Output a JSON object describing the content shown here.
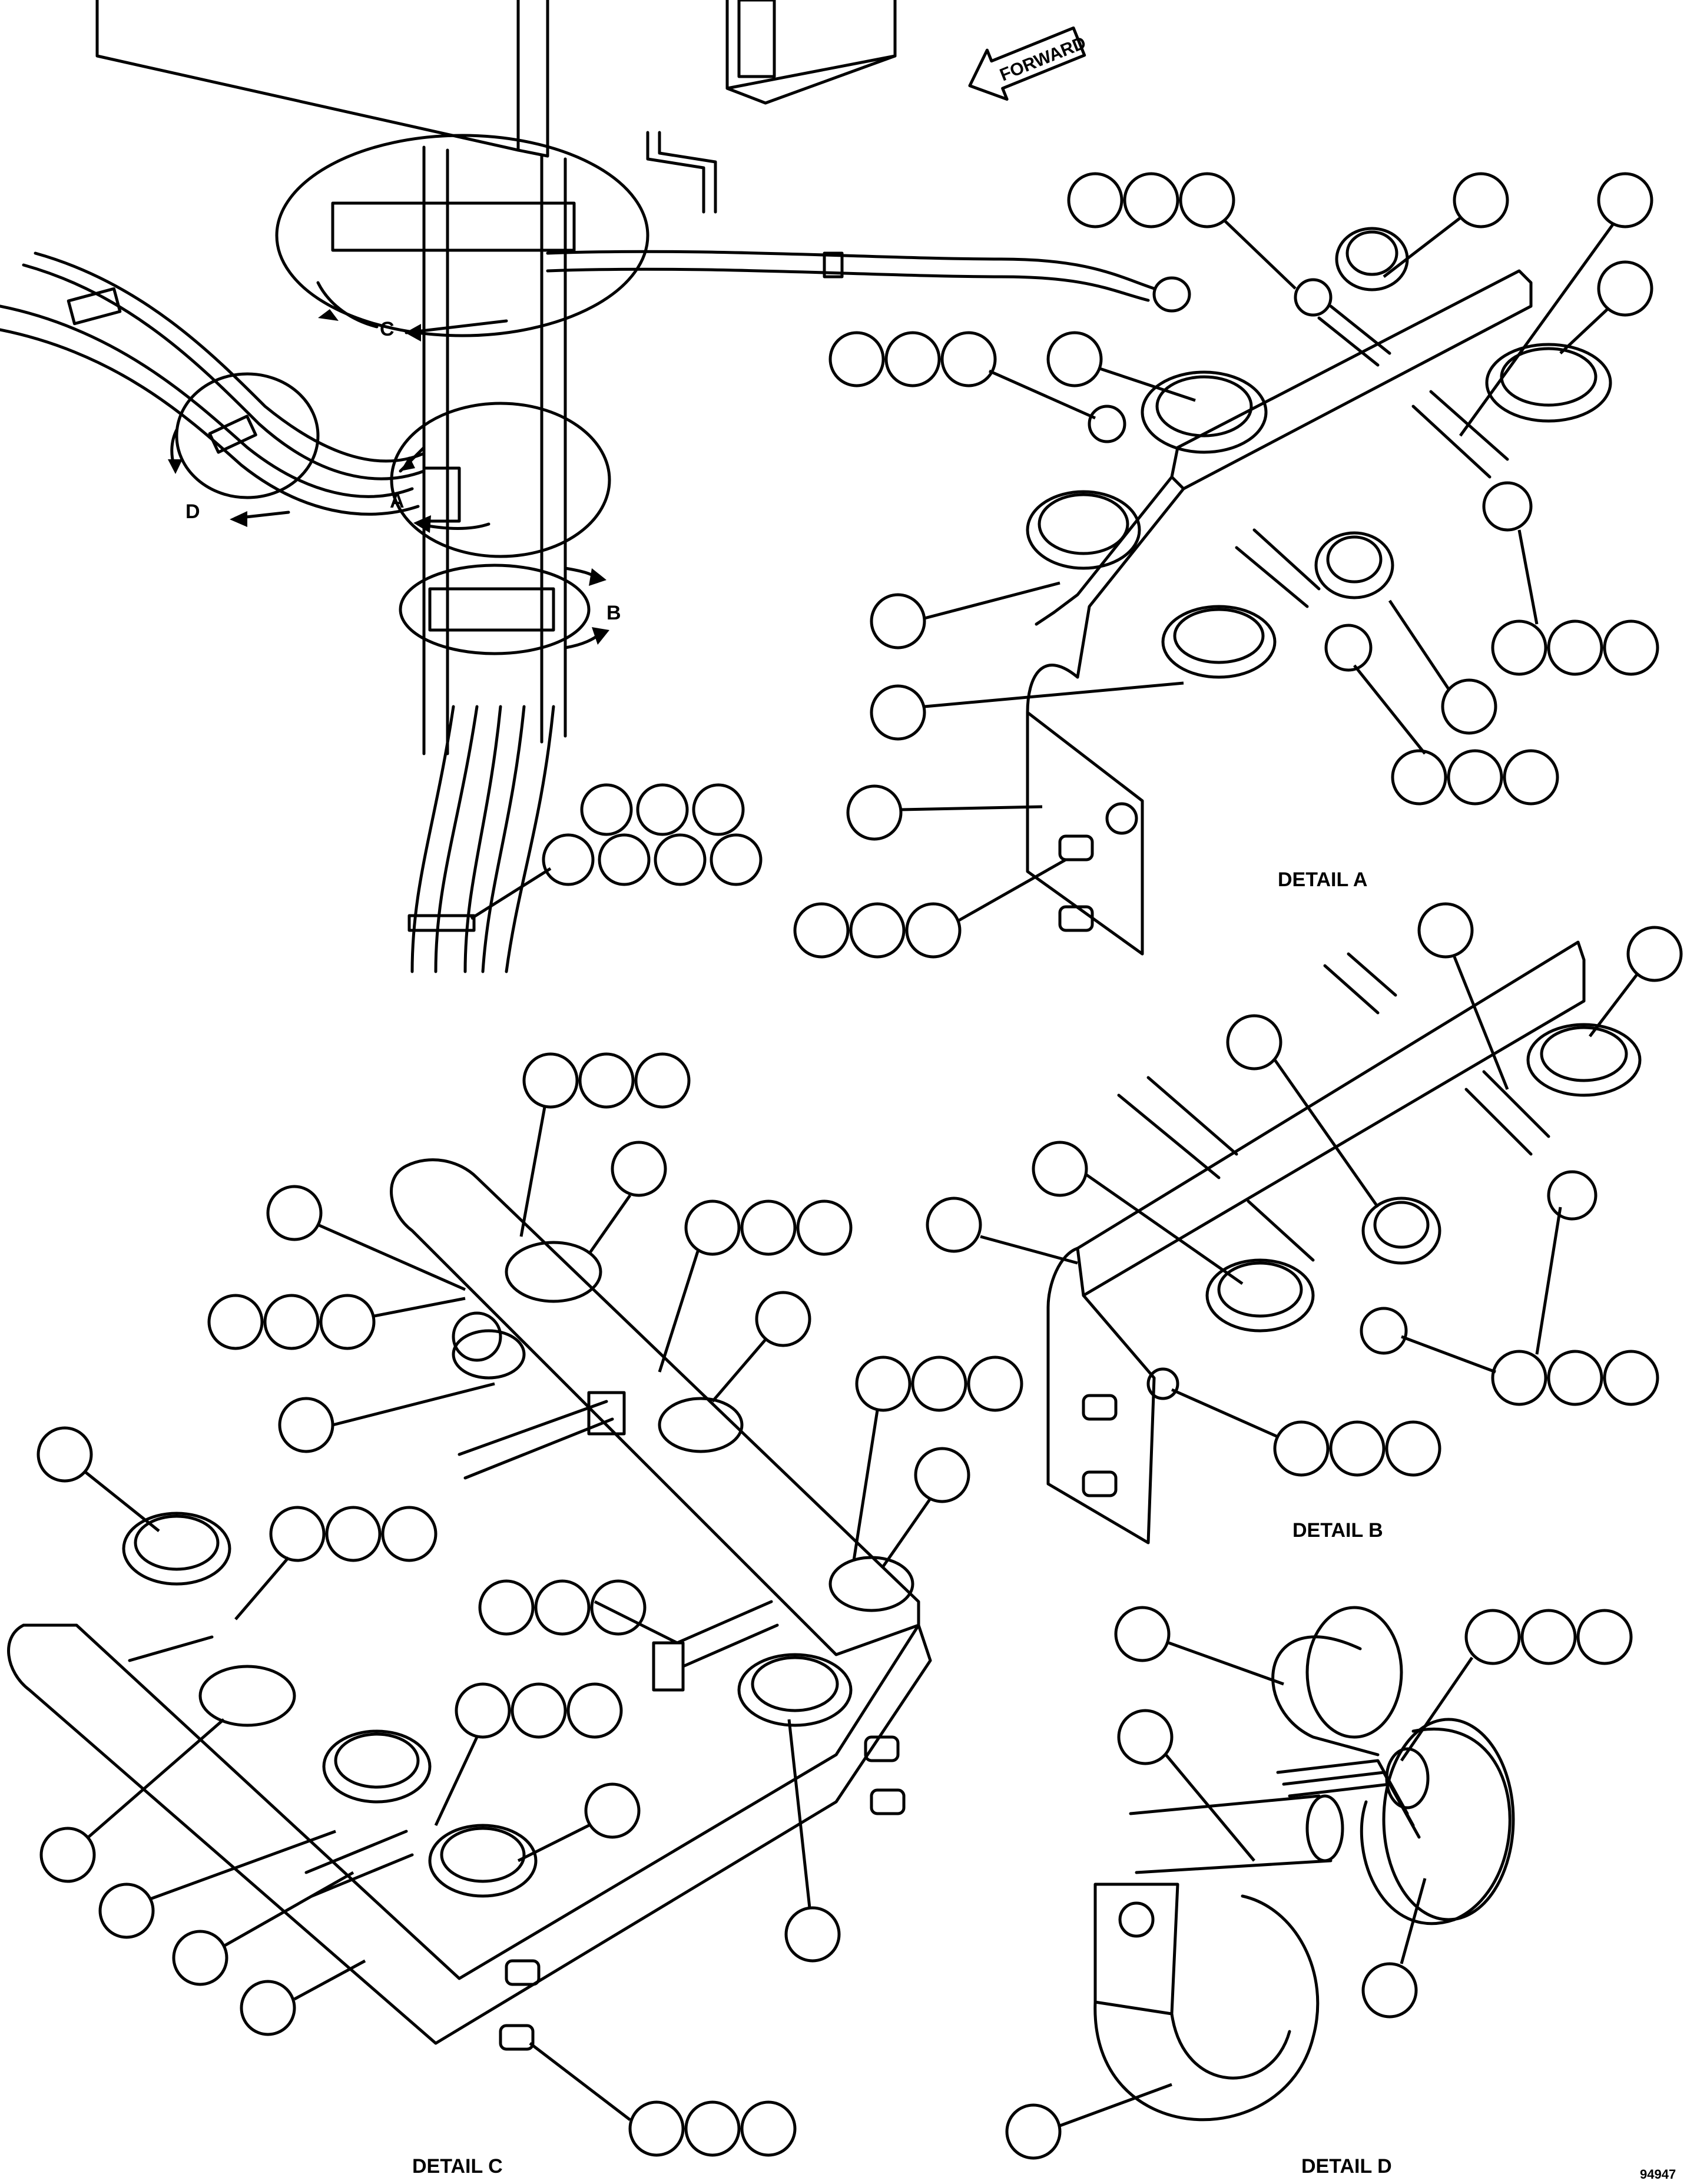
{
  "labels": {
    "forward": "FORWARD",
    "detail_a": "DETAIL A",
    "detail_b": "DETAIL B",
    "detail_c": "DETAIL C",
    "detail_d": "DETAIL D",
    "view_a": "A",
    "view_b": "B",
    "view_c": "C",
    "view_d": "D",
    "drawing_number": "94947"
  }
}
